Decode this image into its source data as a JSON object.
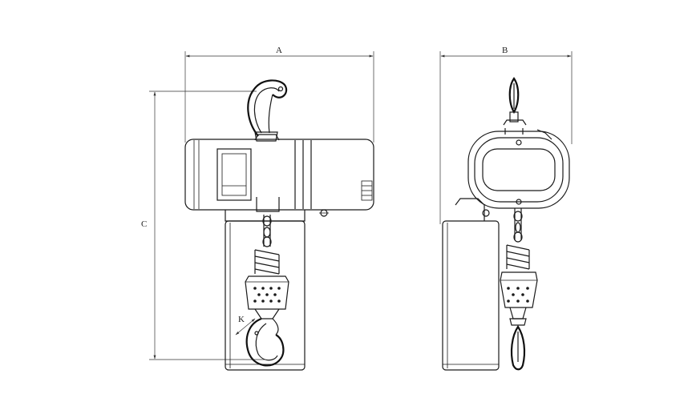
{
  "dimensions": {
    "a": "A",
    "b": "B",
    "c": "C",
    "k": "K"
  }
}
